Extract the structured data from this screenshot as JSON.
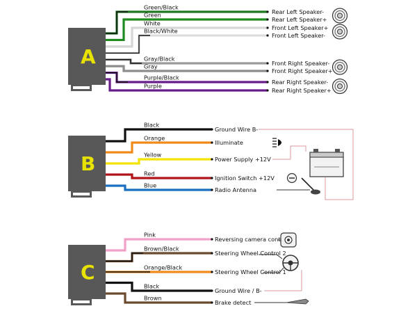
{
  "connectors": [
    {
      "id": "A",
      "letter": "A",
      "wires": [
        {
          "color_name": "Green/Black",
          "color": "#1f7a1f",
          "stripe": "#111111",
          "label": "Rear Left Speaker-",
          "device": "speaker-icon"
        },
        {
          "color_name": "Green",
          "color": "#1f8a1f",
          "stripe": "",
          "label": "Rear Left Speaker+",
          "device": ""
        },
        {
          "color_name": "White",
          "color": "#d6d6d6",
          "stripe": "",
          "label": "Front Left Speaker+",
          "device": "speaker-icon"
        },
        {
          "color_name": "Black/White",
          "color": "#dddddd",
          "stripe": "#111111",
          "label": "Front Left Speaker-",
          "device": ""
        },
        {
          "color_name": "Gray/Black",
          "color": "#9a9a9a",
          "stripe": "#111111",
          "label": "Front Right Speaker-",
          "device": "speaker-icon"
        },
        {
          "color_name": "Gray",
          "color": "#8c8c8c",
          "stripe": "",
          "label": "Front Right Speaker+",
          "device": ""
        },
        {
          "color_name": "Purple/Black",
          "color": "#6a1b8a",
          "stripe": "#111111",
          "label": "Rear Right Speaker-",
          "device": "speaker-icon"
        },
        {
          "color_name": "Purple",
          "color": "#6a1b8a",
          "stripe": "",
          "label": "Rear Right Speaker+",
          "device": ""
        }
      ]
    },
    {
      "id": "B",
      "letter": "B",
      "wires": [
        {
          "color_name": "Black",
          "color": "#111111",
          "stripe": "",
          "label": "Ground Wire B-",
          "device": ""
        },
        {
          "color_name": "Orange",
          "color": "#f08a1a",
          "stripe": "",
          "label": "Illuminate",
          "device": "headlight-icon"
        },
        {
          "color_name": "Yellow",
          "color": "#f2e300",
          "stripe": "",
          "label": "Power Supply +12V",
          "device": "battery-icon"
        },
        {
          "color_name": "Red",
          "color": "#b0141a",
          "stripe": "",
          "label": "Ignition Switch +12V",
          "device": "ignition-key-icon"
        },
        {
          "color_name": "Blue",
          "color": "#1a6fc0",
          "stripe": "",
          "label": "Radio Antenna",
          "device": "antenna-icon"
        }
      ]
    },
    {
      "id": "C",
      "letter": "C",
      "wires": [
        {
          "color_name": "Pink",
          "color": "#f3a0c8",
          "stripe": "",
          "label": "Reversing camera control",
          "device": "camera-icon"
        },
        {
          "color_name": "Brown/Black",
          "color": "#6b4a2e",
          "stripe": "#111111",
          "label": "Steering Wheel Control 2",
          "device": "steering-wheel-icon"
        },
        {
          "color_name": "Orange/Black",
          "color": "#f08a1a",
          "stripe": "#111111",
          "label": "Steering Wheel Control 1",
          "device": ""
        },
        {
          "color_name": "Black",
          "color": "#111111",
          "stripe": "",
          "label": "Ground Wire / B-",
          "device": ""
        },
        {
          "color_name": "Brown",
          "color": "#6b4a2e",
          "stripe": "",
          "label": "Brake detect",
          "device": "handbrake-icon"
        }
      ]
    }
  ],
  "colors": {
    "plug_body": "#585858",
    "plug_letter": "#e8e200",
    "ground_loop": "#d99a9a",
    "text": "#111111"
  }
}
